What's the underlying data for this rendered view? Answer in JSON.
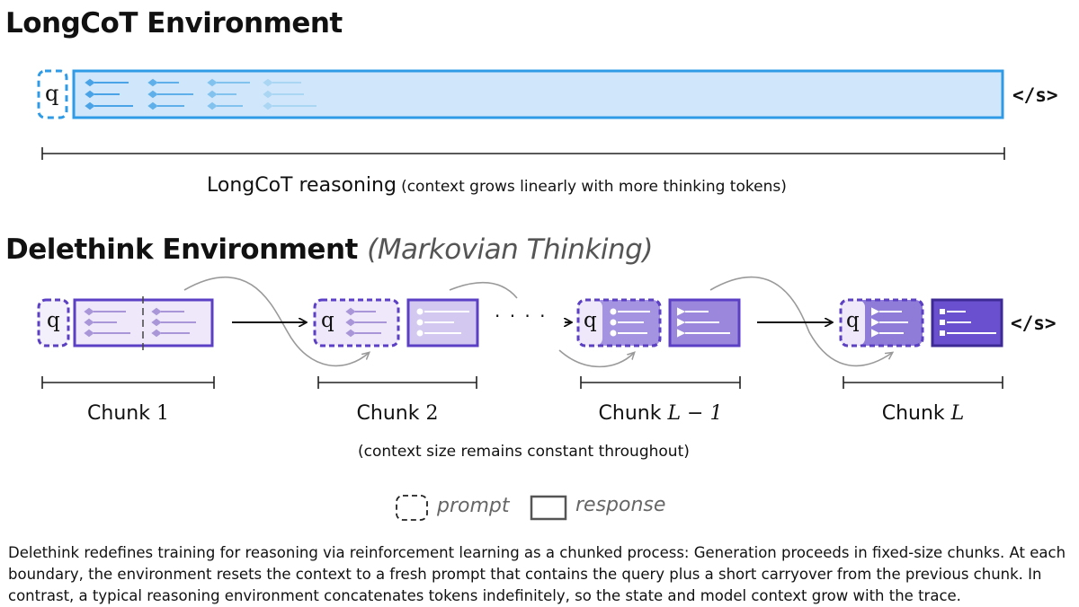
{
  "longcot": {
    "heading": "LongCoT Environment",
    "prompt_symbol": "q",
    "eos_token": "</s>",
    "measure_label": "LongCoT reasoning",
    "measure_note": "(context grows linearly with more thinking tokens)"
  },
  "delethink": {
    "heading": "Delethink Environment",
    "subtitle": "(Markovian Thinking)",
    "prompt_symbol": "q",
    "eos_token": "</s>",
    "ellipsis": "· · · ·",
    "chunks": [
      {
        "word": "Chunk",
        "index": "1"
      },
      {
        "word": "Chunk",
        "index": "2"
      },
      {
        "word": "Chunk",
        "index": "L − 1"
      },
      {
        "word": "Chunk",
        "index": "L"
      }
    ],
    "constant_note": "(context size remains constant throughout)"
  },
  "legend": {
    "prompt_label": "prompt",
    "response_label": "response"
  },
  "caption": "Delethink redefines training for reasoning via reinforcement learning as a chunked process: Generation proceeds in fixed-size chunks. At each boundary, the environment resets the context to a fresh prompt that contains the query plus a short carryover from the previous chunk. In contrast, a typical reasoning environment concatenates tokens indefinitely, so the state and model context grow with the trace.",
  "colors": {
    "longcot_border": "#2f9be6",
    "longcot_fill": "#cfe6fb",
    "chunk_border": "#5b3fc4",
    "chunk1_fill": "#eee8fa",
    "chunk2_fill": "#d2c8f0",
    "chunkL1_fill": "#a493e0",
    "chunkL_fill": "#6a4fcf"
  }
}
